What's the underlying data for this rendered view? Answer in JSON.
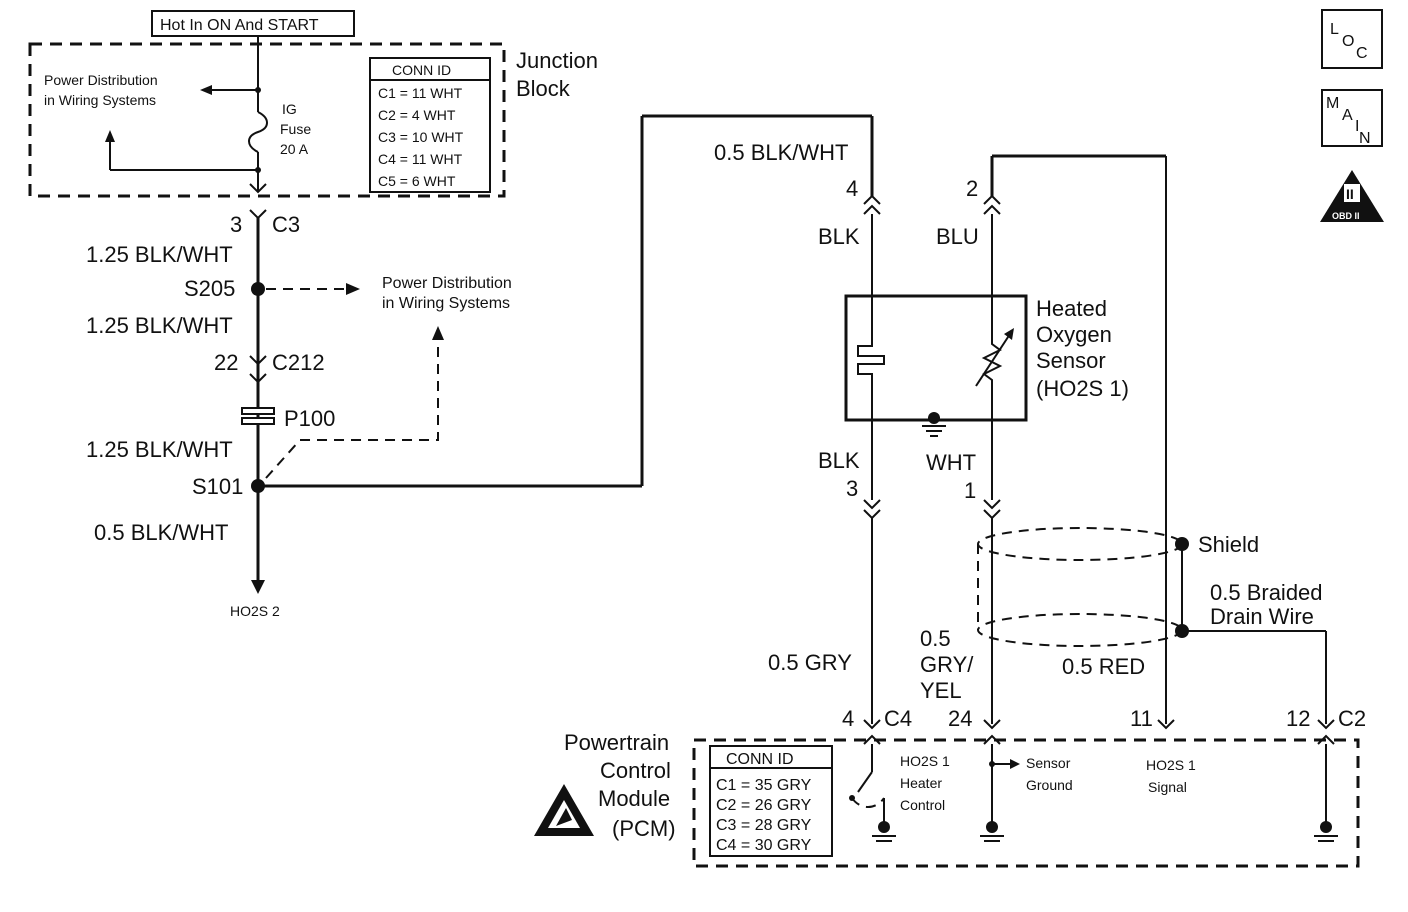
{
  "top_label": "Hot In ON And START",
  "junction_block": {
    "title_line1": "Junction",
    "title_line2": "Block",
    "power_dist_line1": "Power Distribution",
    "power_dist_line2": "in Wiring Systems",
    "fuse_line1": "IG",
    "fuse_line2": "Fuse",
    "fuse_line3": "20 A",
    "conn_id_title": "CONN ID",
    "conn_ids": [
      "C1 = 11 WHT",
      "C2 = 4 WHT",
      "C3 = 10 WHT",
      "C4 = 11 WHT",
      "C5 = 6 WHT"
    ]
  },
  "left_circuit": {
    "pin_c3": "3",
    "conn_c3": "C3",
    "wire1": "1.25 BLK/WHT",
    "splice_s205": "S205",
    "power_dist_line1": "Power Distribution",
    "power_dist_line2": "in Wiring Systems",
    "wire2": "1.25 BLK/WHT",
    "pin_c212": "22",
    "conn_c212": "C212",
    "p100": "P100",
    "wire3": "1.25 BLK/WHT",
    "splice_s101": "S101",
    "wire4": "0.5 BLK/WHT",
    "ho2s2": "HO2S 2"
  },
  "sensor": {
    "wire_top": "0.5 BLK/WHT",
    "pin4": "4",
    "pin2": "2",
    "blk_top": "BLK",
    "blu": "BLU",
    "name_line1": "Heated",
    "name_line2": "Oxygen",
    "name_line3": "Sensor",
    "name_line4": "(HO2S 1)",
    "blk_bottom": "BLK",
    "wht": "WHT",
    "pin3": "3",
    "pin1": "1",
    "shield": "Shield",
    "drain_line1": "0.5 Braided",
    "drain_line2": "Drain Wire",
    "wire_gry": "0.5 GRY",
    "wire_gy_line1": "0.5",
    "wire_gy_line2": "GRY/",
    "wire_gy_line3": "YEL",
    "wire_red": "0.5 RED"
  },
  "pcm": {
    "pin_4": "4",
    "conn_c4": "C4",
    "pin_24": "24",
    "pin_11": "11",
    "pin_12": "12",
    "conn_c2": "C2",
    "title_line1": "Powertrain",
    "title_line2": "Control",
    "title_line3": "Module",
    "title_line4": "(PCM)",
    "heater_line1": "HO2S 1",
    "heater_line2": "Heater",
    "heater_line3": "Control",
    "ground_line1": "Sensor",
    "ground_line2": "Ground",
    "signal_line1": "HO2S 1",
    "signal_line2": "Signal",
    "conn_id_title": "CONN ID",
    "conn_ids": [
      "C1 = 35 GRY",
      "C2 = 26 GRY",
      "C3 = 28 GRY",
      "C4 = 30 GRY"
    ]
  },
  "corner_icons": {
    "loc": [
      "L",
      "O",
      "C"
    ],
    "main": [
      "M",
      "A",
      "I",
      "N"
    ],
    "obd": "OBD II",
    "obd_numeral": "II"
  }
}
